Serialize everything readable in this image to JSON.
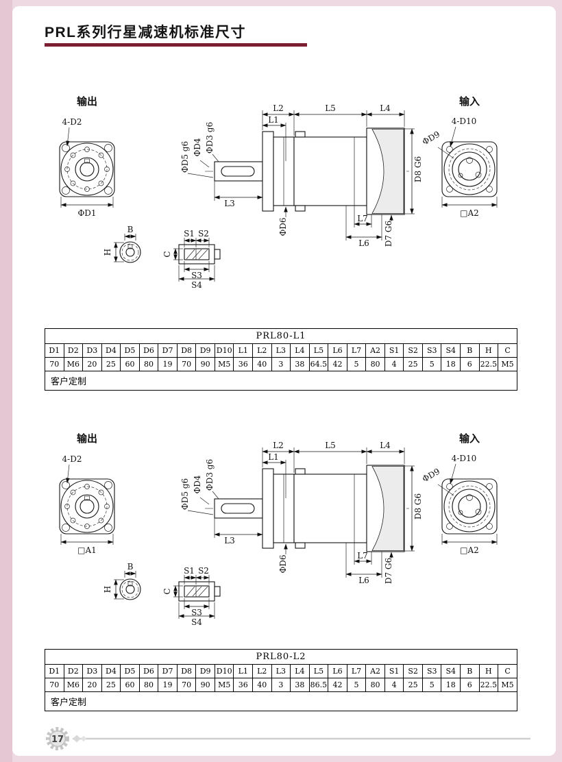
{
  "page": {
    "title": "PRL系列行星减速机标准尺寸",
    "page_number": "17"
  },
  "labels": {
    "output": "输出",
    "input": "输入"
  },
  "dims": {
    "l1": "L1",
    "l2": "L2",
    "l3": "L3",
    "l4": "L4",
    "l5": "L5",
    "l6": "L6",
    "l7": "L7",
    "d3": "ΦD3 g6",
    "d4": "ΦD4",
    "d5": "ΦD5 g6",
    "d6": "ΦD6",
    "d7": "D7 G6",
    "d8": "D8 G6",
    "d9": "ΦD9",
    "bolt_front": "4-D2",
    "bolt_rear": "4-D10",
    "a2": "□A2",
    "b": "B",
    "h": "H",
    "c": "C",
    "s1": "S1",
    "s2": "S2",
    "s3": "S3",
    "s4": "S4"
  },
  "sections": [
    {
      "front_dim": "ΦD1"
    },
    {
      "front_dim": "□A1"
    }
  ],
  "tables": [
    {
      "title": "PRL80-L1",
      "headers": [
        "D1",
        "D2",
        "D3",
        "D4",
        "D5",
        "D6",
        "D7",
        "D8",
        "D9",
        "D10",
        "L1",
        "L2",
        "L3",
        "L4",
        "L5",
        "L6",
        "L7",
        "A2",
        "S1",
        "S2",
        "S3",
        "S4",
        "B",
        "H",
        "C"
      ],
      "values": [
        "70",
        "M6",
        "20",
        "25",
        "60",
        "80",
        "19",
        "70",
        "90",
        "M5",
        "36",
        "40",
        "3",
        "38",
        "64.5",
        "42",
        "5",
        "80",
        "4",
        "25",
        "5",
        "18",
        "6",
        "22.5",
        "M5"
      ],
      "footer": "客户定制"
    },
    {
      "title": "PRL80-L2",
      "headers": [
        "D1",
        "D2",
        "D3",
        "D4",
        "D5",
        "D6",
        "D7",
        "D8",
        "D9",
        "D10",
        "L1",
        "L2",
        "L3",
        "L4",
        "L5",
        "L6",
        "L7",
        "A2",
        "S1",
        "S2",
        "S3",
        "S4",
        "B",
        "H",
        "C"
      ],
      "values": [
        "70",
        "M6",
        "20",
        "25",
        "60",
        "80",
        "19",
        "70",
        "90",
        "M5",
        "36",
        "40",
        "3",
        "38",
        "86.5",
        "42",
        "5",
        "80",
        "4",
        "25",
        "5",
        "18",
        "6",
        "22.5",
        "M5"
      ],
      "footer": "客户定制"
    }
  ]
}
